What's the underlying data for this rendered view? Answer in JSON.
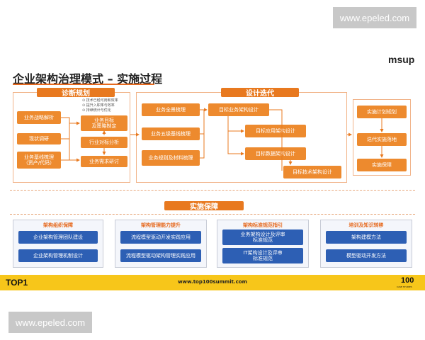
{
  "watermark_top": "www.epeled.com",
  "watermark_bottom": "www.epeled.com",
  "slide": {
    "title": "企业架构治理模式 – 实施过程",
    "brand": "msup",
    "diagnosis": {
      "header": "诊断规划",
      "inputs": [
        "业务战略解析",
        "现状调研",
        "业务基线梳理\n（资产/代码）"
      ],
      "notes": [
        "⊙ 技术已经可用和效率",
        "⊙ 提升入职率与效率",
        "⊙ 持续统计与优化"
      ],
      "outputs": [
        "业务目标\n及策略制定",
        "行业对标分析",
        "业务需求研讨"
      ]
    },
    "design": {
      "header": "设计迭代",
      "left": [
        "业务全景梳理",
        "业务五级基线梳理",
        "业务规则及材料梳理"
      ],
      "chain": [
        "目标业务架构设计",
        "目标应用架构设计",
        "目标数据架构设计",
        "目标技术架构设计"
      ]
    },
    "impl": [
      "实施计划规划",
      "迭代实施落地",
      "实施保障"
    ],
    "support": {
      "header": "实施保障",
      "columns": [
        {
          "title": "架构组织保障",
          "items": [
            "企业架构管理团队建设",
            "企业架构管理机制设计"
          ]
        },
        {
          "title": "架构管理能力提升",
          "items": [
            "流程模型驱动开发实践应用",
            "流程模型驱动架构管理实践应用"
          ]
        },
        {
          "title": "架构标准规范指引",
          "items": [
            "业务架构设计及评审\n标准规范",
            "IT架构设计及评审\n标准规范"
          ]
        },
        {
          "title": "培训及知识转移",
          "items": [
            "架构建模方法",
            "模型驱动开发方法"
          ]
        }
      ]
    },
    "footer": {
      "left_logo": "TOP1",
      "url": "www.top100summit.com",
      "right_logo": "100",
      "right_sub": "CASE STUDIES"
    }
  }
}
